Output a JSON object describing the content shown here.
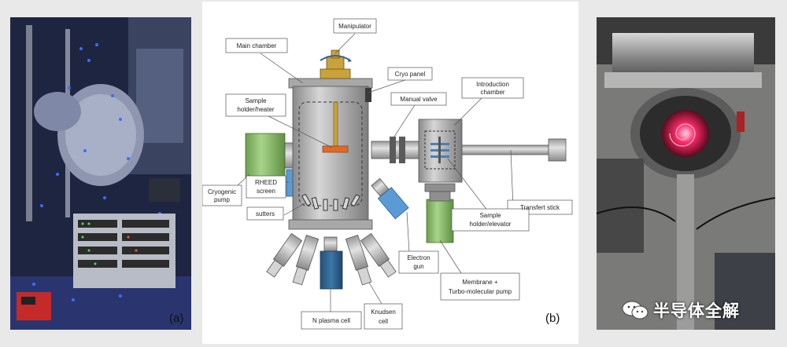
{
  "panels": {
    "a_label": "(a)",
    "b_label": "(b)",
    "c_label": ""
  },
  "diagram": {
    "labels": {
      "manipulator": "Manipulator",
      "main_chamber": "Main chamber",
      "cryo_panel": "Cryo panel",
      "introduction_chamber_1": "Introduction",
      "introduction_chamber_2": "chamber",
      "manual_valve": "Manual valve",
      "sample_holder_heater_1": "Sample",
      "sample_holder_heater_2": "holder/heater",
      "cryogenic_pump_1": "Cryogenic",
      "cryogenic_pump_2": "pump",
      "rheed_screen_1": "RHEED",
      "rheed_screen_2": "screen",
      "sutters": "sutters",
      "transfert_stick": "Transfert stick",
      "sample_holder_elevator_1": "Sample",
      "sample_holder_elevator_2": "holder/elevator",
      "electron_gun_1": "Electron",
      "electron_gun_2": "gun",
      "membrane_pump_1": "Membrane +",
      "membrane_pump_2": "Turbo-molecular pump",
      "n_plasma_cell": "N plasma cell",
      "knudsen_cell_1": "Knudsen",
      "knudsen_cell_2": "cell"
    }
  },
  "watermark": {
    "text": "半导体全解"
  },
  "colors": {
    "chamber": "#b9b9b9",
    "pump_green": "#8fbf6a",
    "cell_blue": "#2f5f8c",
    "manipulator_gold": "#c9a23a",
    "sample_orange": "#e06a2a"
  }
}
